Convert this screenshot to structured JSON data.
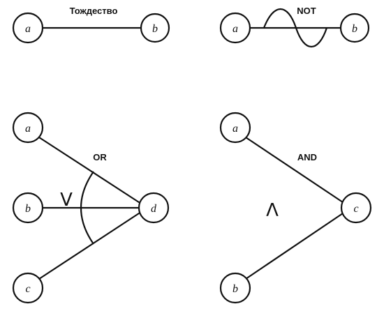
{
  "panels": {
    "identity": {
      "title": "Тождество",
      "a": "a",
      "b": "b"
    },
    "not": {
      "title": "NOT",
      "a": "a",
      "b": "b"
    },
    "or": {
      "title": "OR",
      "a": "a",
      "b": "b",
      "c": "c",
      "d": "d",
      "symbol": "V"
    },
    "and": {
      "title": "AND",
      "a": "a",
      "b": "b",
      "c": "c",
      "symbol": "Λ"
    }
  },
  "colors": {
    "ink": "#111111",
    "background": "#ffffff"
  }
}
